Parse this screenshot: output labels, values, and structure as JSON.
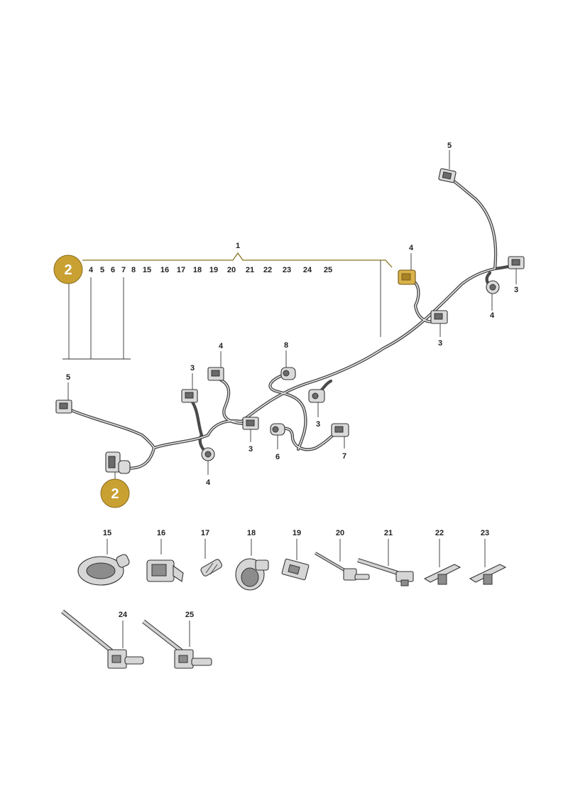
{
  "badges": {
    "top": "2",
    "bottom": "2"
  },
  "header_label": "1",
  "header_numbers": [
    "4",
    "5",
    "6",
    "7",
    "8",
    "15",
    "16",
    "17",
    "18",
    "19",
    "20",
    "21",
    "22",
    "23",
    "24",
    "25"
  ],
  "callouts": {
    "c5_top": "5",
    "c4_top": "4",
    "c3_right": "3",
    "c4_right": "4",
    "c3_mid": "3",
    "c8": "8",
    "c4_left": "4",
    "c3_left": "3",
    "c5_left": "5",
    "c3_center": "3",
    "c3_mid2": "3",
    "c6": "6",
    "c7": "7",
    "c4_bottom": "4"
  },
  "parts": [
    {
      "id": "15",
      "label": "15"
    },
    {
      "id": "16",
      "label": "16"
    },
    {
      "id": "17",
      "label": "17"
    },
    {
      "id": "18",
      "label": "18"
    },
    {
      "id": "19",
      "label": "19"
    },
    {
      "id": "20",
      "label": "20"
    },
    {
      "id": "21",
      "label": "21"
    },
    {
      "id": "22",
      "label": "22"
    },
    {
      "id": "23",
      "label": "23"
    },
    {
      "id": "24",
      "label": "24"
    },
    {
      "id": "25",
      "label": "25"
    }
  ],
  "colors": {
    "badge": "#c9a032",
    "highlight": "#d9b24a",
    "bracket": "#8a7420"
  }
}
